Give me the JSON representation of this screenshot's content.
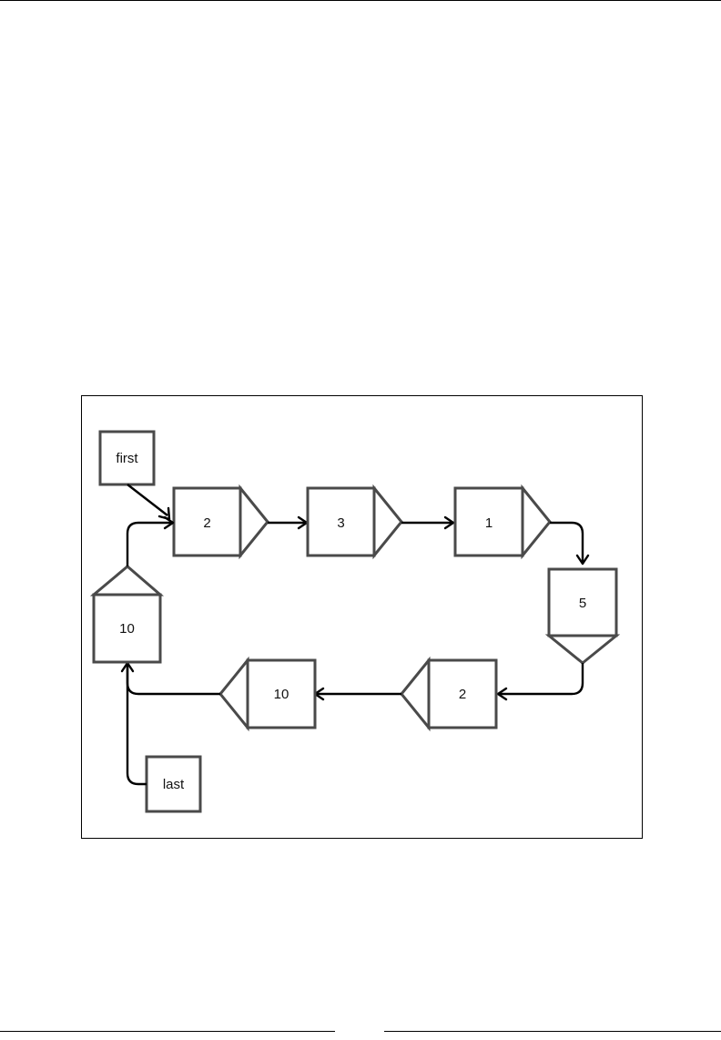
{
  "diagram": {
    "pointers": {
      "first": "first",
      "last": "last"
    },
    "nodes": [
      {
        "id": "n1",
        "value": "2"
      },
      {
        "id": "n2",
        "value": "3"
      },
      {
        "id": "n3",
        "value": "1"
      },
      {
        "id": "n4",
        "value": "5"
      },
      {
        "id": "n5",
        "value": "2"
      },
      {
        "id": "n6",
        "value": "10"
      },
      {
        "id": "n7",
        "value": "10"
      }
    ],
    "colors": {
      "node_stroke": "#4a4a4a",
      "edge": "#000000"
    }
  }
}
